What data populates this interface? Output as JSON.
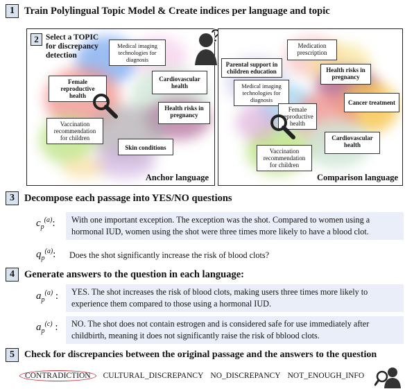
{
  "steps": {
    "s1": {
      "num": "1",
      "title": "Train Polylingual Topic Model & Create indices per language and topic"
    },
    "s2": {
      "num": "2",
      "title_lines": [
        "Select a TOPIC",
        "for discrepancy",
        "detection"
      ]
    },
    "s3": {
      "num": "3",
      "title": "Decompose each passage into YES/NO questions"
    },
    "s4": {
      "num": "4",
      "title": "Generate answers to the question in each language:"
    },
    "s5": {
      "num": "5",
      "title": "Check for discrepancies between the original passage and the answers to the question"
    }
  },
  "anchor_panel": {
    "caption": "Anchor language",
    "topics": {
      "medical_imaging": "Medical imaging technologies for diagnosis",
      "female_repro": "Female reproductive health",
      "cardio": "Cardiovascular health",
      "health_risks": "Health risks in pregnancy",
      "vaccination": "Vaccination recommendation for children",
      "skin": "Skin conditions"
    }
  },
  "comparison_panel": {
    "caption": "Comparison language",
    "topics": {
      "medication": "Medication prescription",
      "parental": "Parental support in children education",
      "health_risks": "Health risks in pregnancy",
      "medical_imaging": "Medical imaging technologies for diagnosis",
      "female_repro": "Female reproductive health",
      "cancer": "Cancer treatment",
      "cardio": "Cardiovascular health",
      "vaccination": "Vaccination recommendation for children"
    }
  },
  "passage": {
    "symbol_base": "c",
    "symbol_sub": "p",
    "symbol_sup": "(a)",
    "text": "With one important exception. The exception was the shot. Compared to women using a hormonal IUD, women using the shot were three times more likely to have a blood clot."
  },
  "question": {
    "symbol_base": "q",
    "symbol_sub": "p",
    "symbol_sup": "(a)",
    "text": "Does the shot significantly increase the risk of blood clots?"
  },
  "answers": [
    {
      "symbol_base": "a",
      "symbol_sub": "p",
      "symbol_sup": "(a)",
      "text": "YES. The shot increases the risk of blood clots, making users three times more likely to experience them compared to those using a hormonal IUD."
    },
    {
      "symbol_base": "a",
      "symbol_sub": "p",
      "symbol_sup": "(c)",
      "text": "NO. The shot does not contain estrogen and is considered safe for use immediately after childbirth, meaning it does not significantly raise the risk of bblood clots."
    }
  ],
  "discrepancy_labels": [
    "CONTRADICTION",
    "CULTURAL_DISCREPANCY",
    "NO_DISCREPANCY",
    "NOT_ENOUGH_INFO"
  ],
  "selected_label": "CONTRADICTION",
  "colors": {
    "highlight_oval": "#c0303c",
    "box_bg": "#e9eef8",
    "num_bg": "#d9e3f0"
  },
  "icons": [
    "magnifier-icon",
    "person-question-icon",
    "person-magnifier-icon"
  ]
}
